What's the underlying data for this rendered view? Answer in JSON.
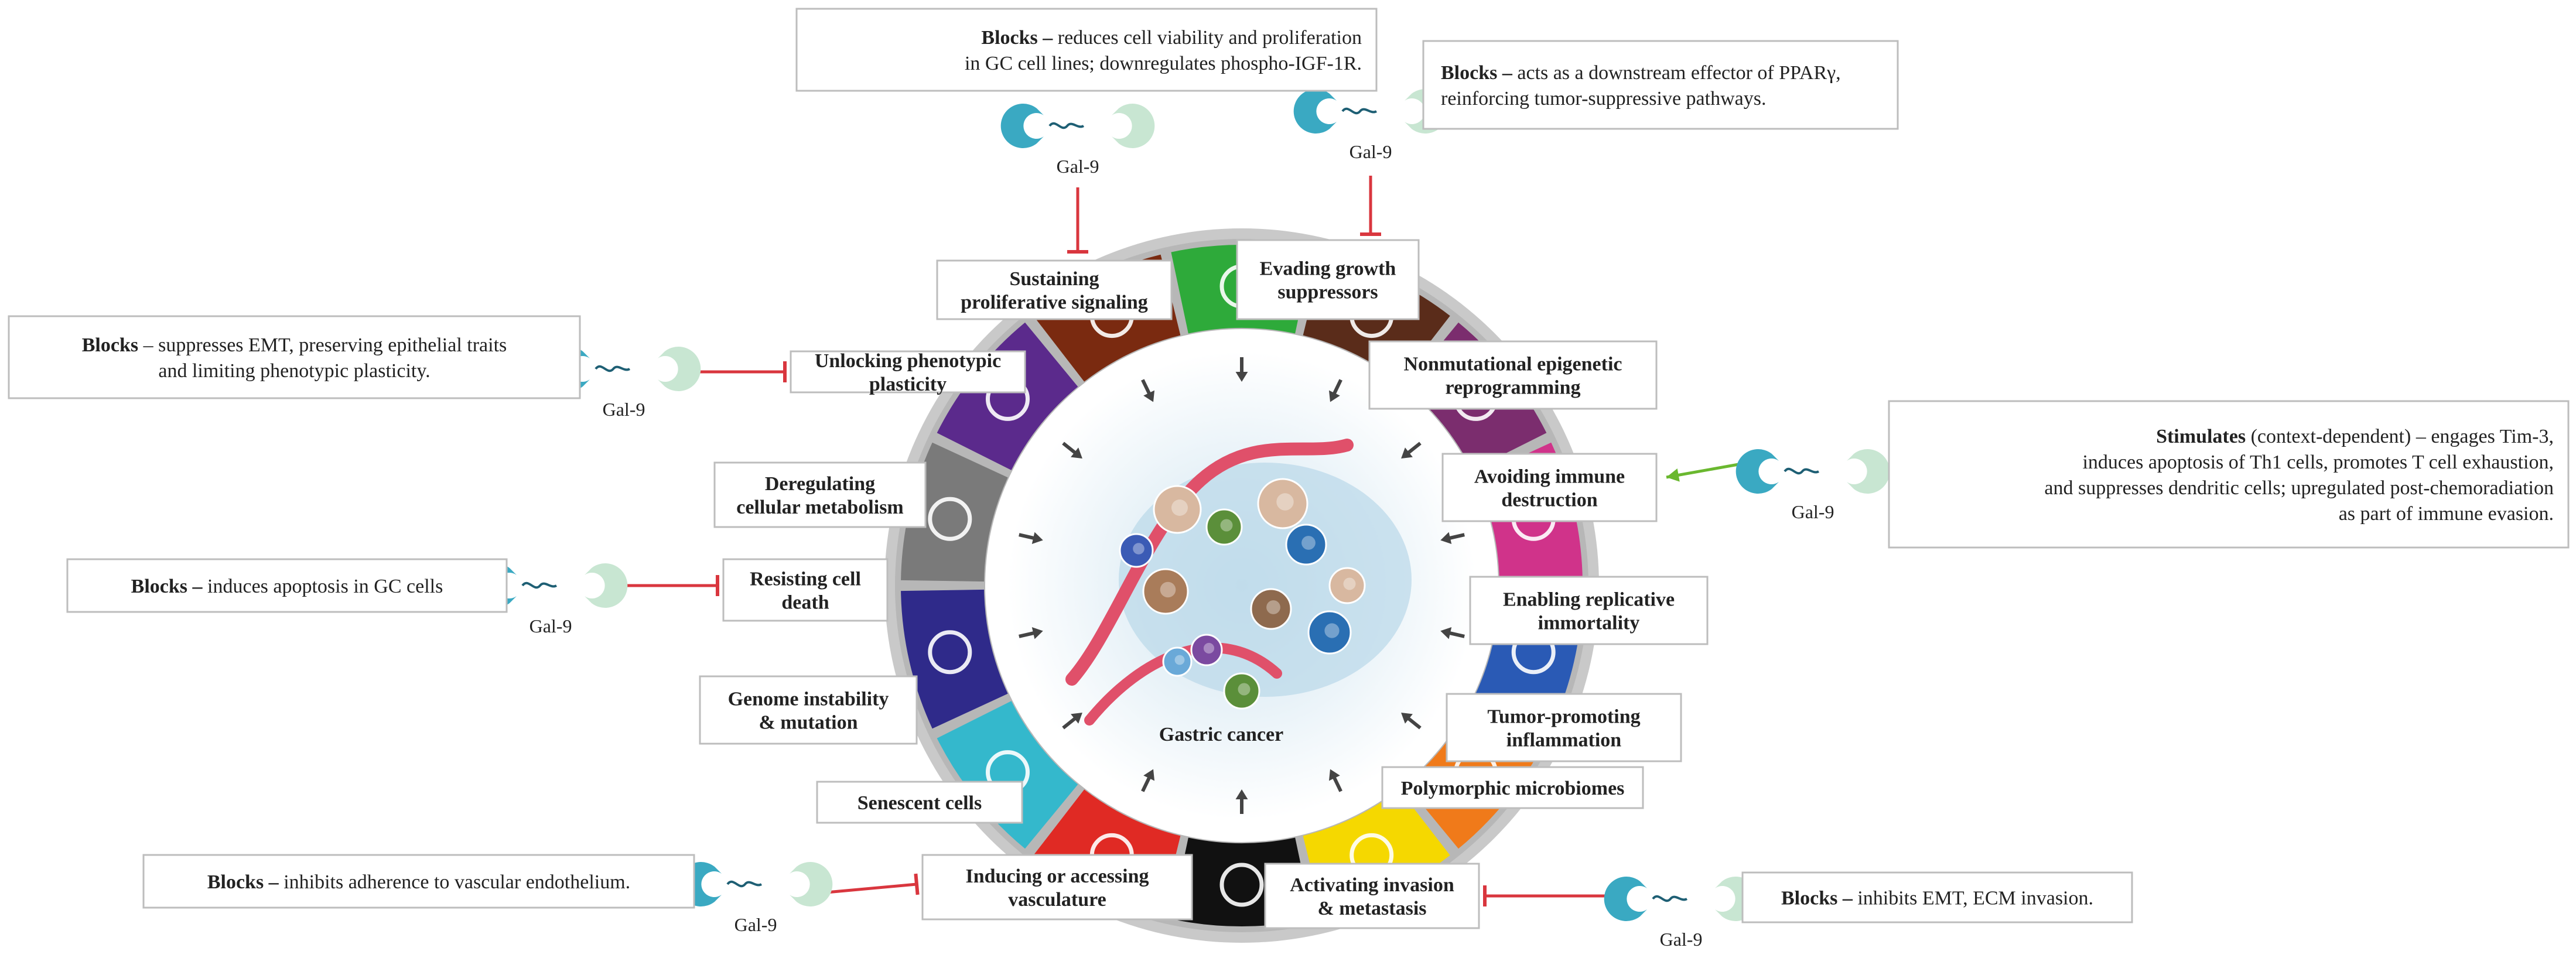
{
  "center_label": "Gastric cancer",
  "colors": {
    "inhibit": "#d9363e",
    "stimulate": "#6ab82f",
    "box_border": "#bdbdbd",
    "text": "#222222",
    "arrow": "#444444",
    "gal9_blue": "#3aa9c2",
    "gal9_green": "#c8e6d2",
    "ring_outer": "#c9c9c9"
  },
  "hallmarks": [
    {
      "id": "sustaining",
      "lines": [
        "Sustaining",
        "proliferative signaling"
      ],
      "segment_color": "#2eaa3a",
      "icon": "arrow-up-right-icon"
    },
    {
      "id": "evading",
      "lines": [
        "Evading growth",
        "suppressors"
      ],
      "segment_color": "#5a2c1a",
      "icon": "no-entry-icon"
    },
    {
      "id": "epigenetic",
      "lines": [
        "Nonmutational epigenetic",
        "reprogramming"
      ],
      "segment_color": "#7b2d6e",
      "icon": "dna-globe-icon"
    },
    {
      "id": "immune",
      "lines": [
        "Avoiding immune",
        "destruction"
      ],
      "segment_color": "#d0338a",
      "icon": "pacman-cell-icon"
    },
    {
      "id": "immortality",
      "lines": [
        "Enabling replicative",
        "immortality"
      ],
      "segment_color": "#2a5ab5",
      "icon": "infinity-icon"
    },
    {
      "id": "inflammation",
      "lines": [
        "Tumor-promoting",
        "inflammation"
      ],
      "segment_color": "#f07a1a",
      "icon": "flame-icon"
    },
    {
      "id": "microbiomes",
      "lines": [
        "Polymorphic microbiomes"
      ],
      "segment_color": "#f5d800",
      "icon": "bacteria-icon"
    },
    {
      "id": "invasion",
      "lines": [
        "Activating invasion",
        "& metastasis"
      ],
      "segment_color": "#111111",
      "icon": "satellite-cell-icon"
    },
    {
      "id": "vasculature",
      "lines": [
        "Inducing or accessing",
        "vasculature"
      ],
      "segment_color": "#e02a24",
      "icon": "vessel-icon"
    },
    {
      "id": "senescent",
      "lines": [
        "Senescent cells"
      ],
      "segment_color": "#34b8cc",
      "icon": "leaf-icon"
    },
    {
      "id": "genome",
      "lines": [
        "Genome instability",
        "& mutation"
      ],
      "segment_color": "#2f2a8a",
      "icon": "chromosome-icon"
    },
    {
      "id": "cell_death",
      "lines": [
        "Resisting cell",
        "death"
      ],
      "segment_color": "#7a7a7a",
      "icon": "cross-icon"
    },
    {
      "id": "metabolism",
      "lines": [
        "Deregulating",
        "cellular metabolism"
      ],
      "segment_color": "#5b2a8c",
      "icon": "atom-icon"
    },
    {
      "id": "plasticity",
      "lines": [
        "Unlocking phenotypic",
        "plasticity"
      ],
      "segment_color": "#7a2a10",
      "icon": "key-icon"
    }
  ],
  "gal9_label": "Gal-9",
  "effects": [
    {
      "target": "sustaining",
      "type": "blocks",
      "keyword": "Blocks –",
      "lines": [
        "reduces cell viability and proliferation",
        "in GC cell lines; downregulates phospho-IGF-1R."
      ]
    },
    {
      "target": "evading",
      "type": "blocks",
      "keyword": "Blocks –",
      "lines": [
        "acts as a downstream effector of PPARγ,",
        "reinforcing tumor-suppressive pathways."
      ]
    },
    {
      "target": "plasticity",
      "type": "blocks",
      "keyword": "Blocks",
      "lines": [
        "– suppresses EMT, preserving epithelial traits",
        "and limiting phenotypic plasticity."
      ]
    },
    {
      "target": "immune",
      "type": "stimulates",
      "keyword": "Stimulates",
      "lines": [
        "(context-dependent) – engages Tim-3,",
        "induces apoptosis of Th1 cells, promotes T cell exhaustion,",
        "and suppresses dendritic cells; upregulated post-chemoradiation",
        "as part of immune evasion."
      ]
    },
    {
      "target": "cell_death",
      "type": "blocks",
      "keyword": "Blocks –",
      "lines": [
        "induces apoptosis in GC cells"
      ]
    },
    {
      "target": "vasculature",
      "type": "blocks",
      "keyword": "Blocks –",
      "lines": [
        "inhibits adherence to vascular endothelium."
      ]
    },
    {
      "target": "invasion",
      "type": "blocks",
      "keyword": "Blocks –",
      "lines": [
        "inhibits EMT, ECM invasion."
      ]
    }
  ]
}
